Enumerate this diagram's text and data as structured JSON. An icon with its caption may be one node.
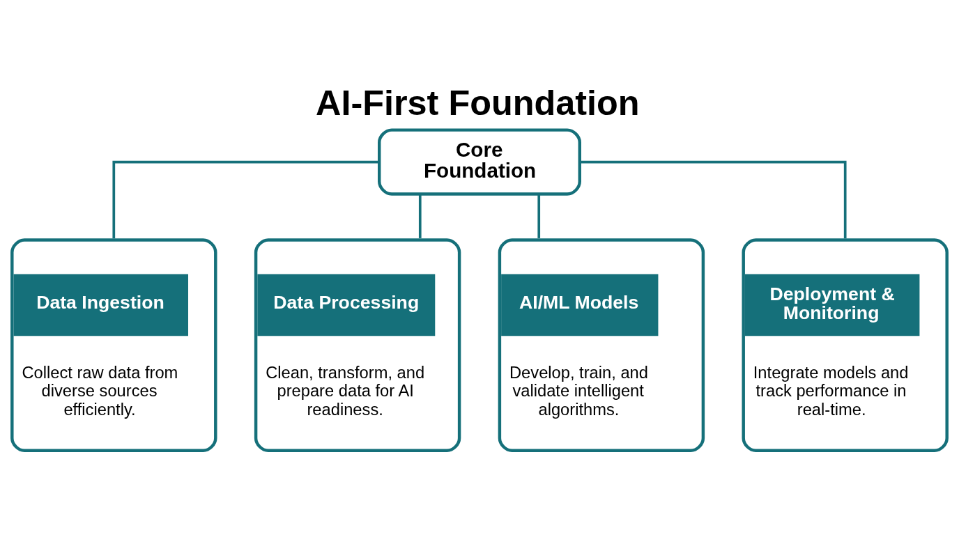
{
  "diagram": {
    "title": "AI-First Foundation",
    "nodes": [
      {
        "text": [
          "Core Foundation"
        ]
      },
      {
        "text": [
          "Data Ingestion",
          "Collect raw data from diverse sources efficiently."
        ]
      },
      {
        "text": [
          "Data Processing",
          "Clean, transform, and prepare data for AI readiness."
        ]
      },
      {
        "text": [
          "AI/ML Models",
          "Develop, train, and validate intelligent algorithms."
        ]
      },
      {
        "text": [
          "Deployment & Monitoring",
          "Integrate models and track performance in real-time."
        ]
      }
    ],
    "edges": [
      {
        "from": 0,
        "to": 1,
        "arrow": "none"
      },
      {
        "from": 0,
        "to": 2,
        "arrow": "none"
      },
      {
        "from": 0,
        "to": 3,
        "arrow": "none"
      },
      {
        "from": 0,
        "to": 4,
        "arrow": "none"
      }
    ]
  }
}
